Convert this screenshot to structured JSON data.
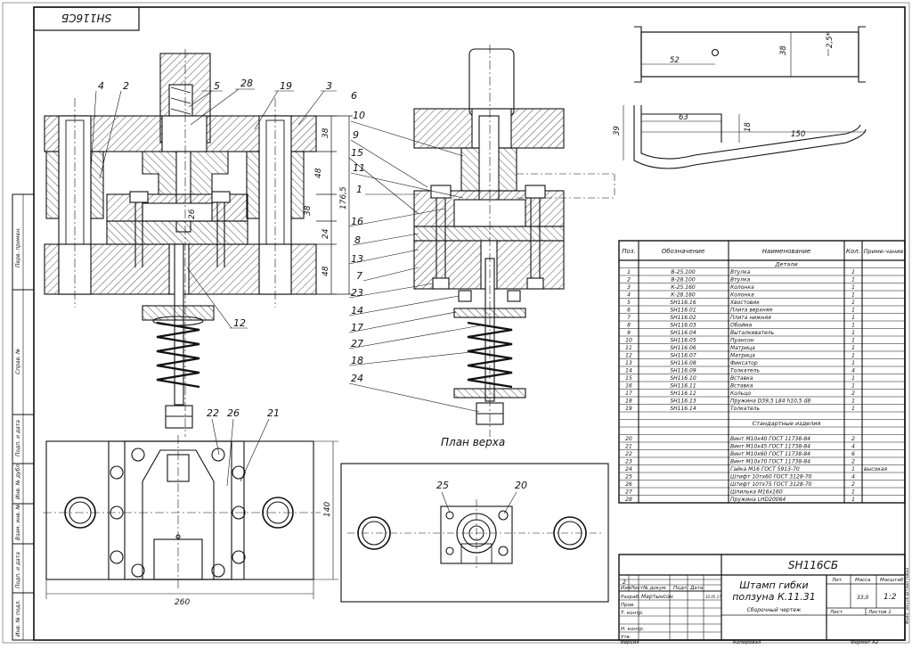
{
  "stamp_mirror": "SH116CБ",
  "plan_label": "План верха",
  "side_stamps": [
    "Перв. примен.",
    "Справ. №",
    "Подп. и дата",
    "Инв. № дубл.",
    "Взам. инв. №",
    "Подп. и дата",
    "Инв. № подл."
  ],
  "callouts_front": [
    "4",
    "2",
    "5",
    "28",
    "19",
    "3",
    "6",
    "12"
  ],
  "callouts_side": [
    "10",
    "9",
    "15",
    "11",
    "1",
    "16",
    "8",
    "13",
    "7",
    "23",
    "14",
    "17",
    "27",
    "18",
    "24"
  ],
  "callouts_plan": [
    "22",
    "26",
    "21"
  ],
  "callouts_plan2": [
    "25",
    "20"
  ],
  "dims_front": [
    "38",
    "48",
    "176,5",
    "38",
    "26",
    "24",
    "48"
  ],
  "dim_plan_w": "260",
  "dim_plan_h": "140",
  "detail_dims": {
    "d52": "52",
    "d38": "38",
    "d25": "2,5*",
    "d63": "63",
    "d18": "18",
    "d150": "150",
    "d39": "39"
  },
  "spec": {
    "headers": {
      "pos": "Поз.",
      "designation": "Обозначение",
      "name": "Наименование",
      "qty": "Кол.",
      "note": "Приме-чание"
    },
    "section_parts": "Детали",
    "section_std": "Стандартные изделия",
    "parts": [
      {
        "pos": "1",
        "designation": "В-25.100",
        "name": "Втулка",
        "qty": "1",
        "note": ""
      },
      {
        "pos": "2",
        "designation": "В-28.100",
        "name": "Втулка",
        "qty": "1",
        "note": ""
      },
      {
        "pos": "3",
        "designation": "К-25.160",
        "name": "Колонка",
        "qty": "1",
        "note": ""
      },
      {
        "pos": "4",
        "designation": "К-28.160",
        "name": "Колонка",
        "qty": "1",
        "note": ""
      },
      {
        "pos": "5",
        "designation": "SH116.16",
        "name": "Хвостовик",
        "qty": "1",
        "note": ""
      },
      {
        "pos": "6",
        "designation": "SH116.01",
        "name": "Плита верхняя",
        "qty": "1",
        "note": ""
      },
      {
        "pos": "7",
        "designation": "SH116.02",
        "name": "Плита нижняя",
        "qty": "1",
        "note": ""
      },
      {
        "pos": "8",
        "designation": "SH116.03",
        "name": "Обойма",
        "qty": "1",
        "note": ""
      },
      {
        "pos": "9",
        "designation": "SH116.04",
        "name": "Выталкиватель",
        "qty": "1",
        "note": ""
      },
      {
        "pos": "10",
        "designation": "SH116.05",
        "name": "Пуансон",
        "qty": "1",
        "note": ""
      },
      {
        "pos": "11",
        "designation": "SH116.06",
        "name": "Матрица",
        "qty": "1",
        "note": ""
      },
      {
        "pos": "12",
        "designation": "SH116.07",
        "name": "Матрица",
        "qty": "1",
        "note": ""
      },
      {
        "pos": "13",
        "designation": "SH116.08",
        "name": "Фиксатор",
        "qty": "1",
        "note": ""
      },
      {
        "pos": "14",
        "designation": "SH116.09",
        "name": "Толкатель",
        "qty": "4",
        "note": ""
      },
      {
        "pos": "15",
        "designation": "SH116.10",
        "name": "Вставка",
        "qty": "1",
        "note": ""
      },
      {
        "pos": "16",
        "designation": "SH116.11",
        "name": "Вставка",
        "qty": "1",
        "note": ""
      },
      {
        "pos": "17",
        "designation": "SH116.12",
        "name": "Кольцо",
        "qty": "2",
        "note": ""
      },
      {
        "pos": "18",
        "designation": "SH116.13",
        "name": "Пружина D39,5 L84 h10,5 d8",
        "qty": "1",
        "note": ""
      },
      {
        "pos": "19",
        "designation": "SH116.14",
        "name": "Толкатель",
        "qty": "1",
        "note": ""
      }
    ],
    "standard": [
      {
        "pos": "20",
        "designation": "",
        "name": "Винт М10х40 ГОСТ 11738-84",
        "qty": "2",
        "note": ""
      },
      {
        "pos": "21",
        "designation": "",
        "name": "Винт М10х45 ГОСТ 11738-84",
        "qty": "4",
        "note": ""
      },
      {
        "pos": "22",
        "designation": "",
        "name": "Винт М10х60 ГОСТ 11738-84",
        "qty": "6",
        "note": ""
      },
      {
        "pos": "23",
        "designation": "",
        "name": "Винт М10х70 ГОСТ 11738-84",
        "qty": "2",
        "note": ""
      },
      {
        "pos": "24",
        "designation": "",
        "name": "Гайка М16 ГОСТ 5913-70",
        "qty": "1",
        "note": "высокая"
      },
      {
        "pos": "25",
        "designation": "",
        "name": "Штифт 10тх60 ГОСТ 3128-70",
        "qty": "4",
        "note": ""
      },
      {
        "pos": "26",
        "designation": "",
        "name": "Штифт 10тх75 ГОСТ 3128-70",
        "qty": "2",
        "note": ""
      },
      {
        "pos": "27",
        "designation": "",
        "name": "Шпилька М16х160",
        "qty": "1",
        "note": ""
      },
      {
        "pos": "28",
        "designation": "",
        "name": "Пружина LHD20064",
        "qty": "1",
        "note": ""
      }
    ]
  },
  "title_block": {
    "doc_code": "SH116СБ",
    "title_line1": "Штамп гибки",
    "title_line2": "ползуна К.11.31",
    "subtitle": "Сборочный чертеж",
    "col_izm": "Изм",
    "col_list": "Лист",
    "col_ndokum": "№ докум.",
    "col_podp": "Подп.",
    "col_data": "Дата",
    "razrab_label": "Разраб.",
    "razrab_name": "Мартынсон",
    "razrab_date": "10.05.17",
    "prov_label": "Пров.",
    "tkontr_label": "Т. контр.",
    "nkontr_label": "Н. контр.",
    "utv_label": "Утв.",
    "lit_label": "Лит.",
    "mass_label": "Масса",
    "scale_label": "Масштаб",
    "mass_value": "33,0",
    "scale_value": "1:2",
    "sheet_label": "Лист",
    "sheets_label": "Листов 1",
    "rev_num": "2",
    "copied": "Копировал",
    "format": "Формат A2",
    "version": "Версия",
    "side_note": "Файл: SH116 Штамп гибки"
  }
}
